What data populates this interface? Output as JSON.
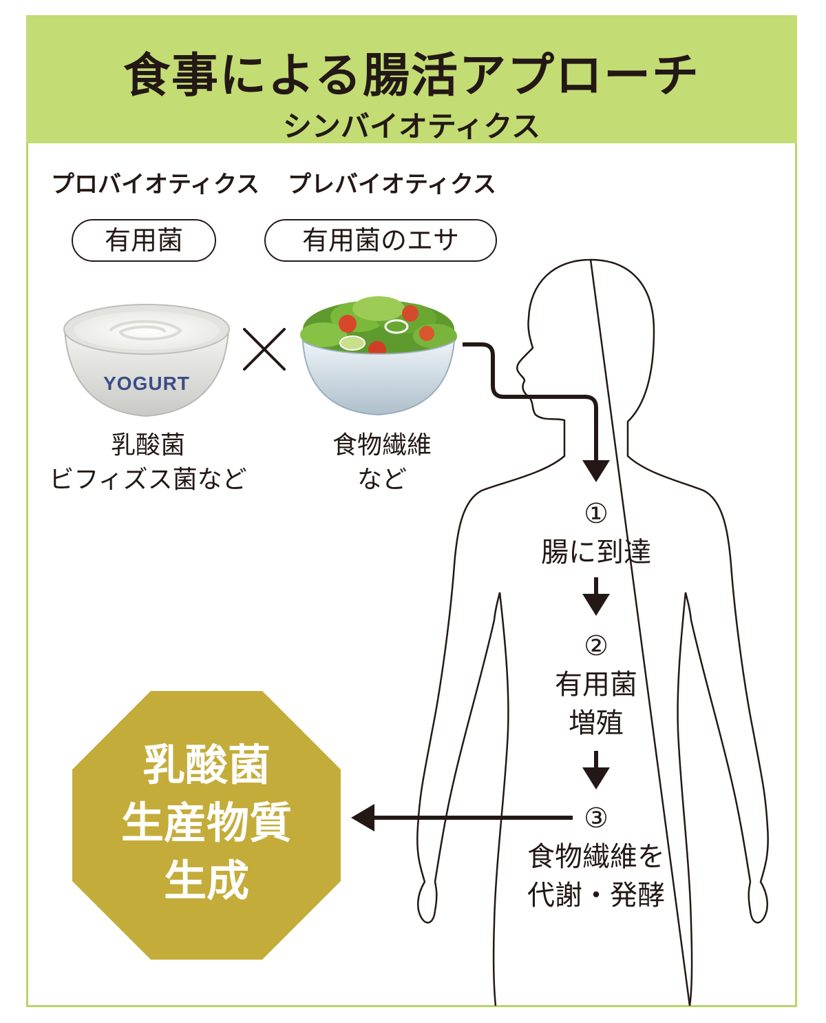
{
  "header": {
    "title": "食事による腸活アプローチ",
    "subtitle": "シンバイオティクス"
  },
  "probiotics": {
    "heading": "プロバイオティクス",
    "pill": "有用菌",
    "bowl_label": "YOGURT",
    "caption_line1": "乳酸菌",
    "caption_line2": "ビフィズス菌など"
  },
  "prebiotics": {
    "heading": "プレバイオティクス",
    "pill": "有用菌のエサ",
    "caption_line1": "食物繊維",
    "caption_line2": "など"
  },
  "steps": {
    "step1_number": "①",
    "step1_text": "腸に到達",
    "step2_number": "②",
    "step2_line1": "有用菌",
    "step2_line2": "増殖",
    "step3_number": "③",
    "step3_line1": "食物繊維を",
    "step3_line2": "代謝・発酵"
  },
  "result": {
    "line1": "乳酸菌",
    "line2": "生産物質",
    "line3": "生成"
  },
  "colors": {
    "header_bg": "#c3dc74",
    "border": "#b9d46a",
    "octagon": "#c4ac3a",
    "ink": "#231815"
  }
}
